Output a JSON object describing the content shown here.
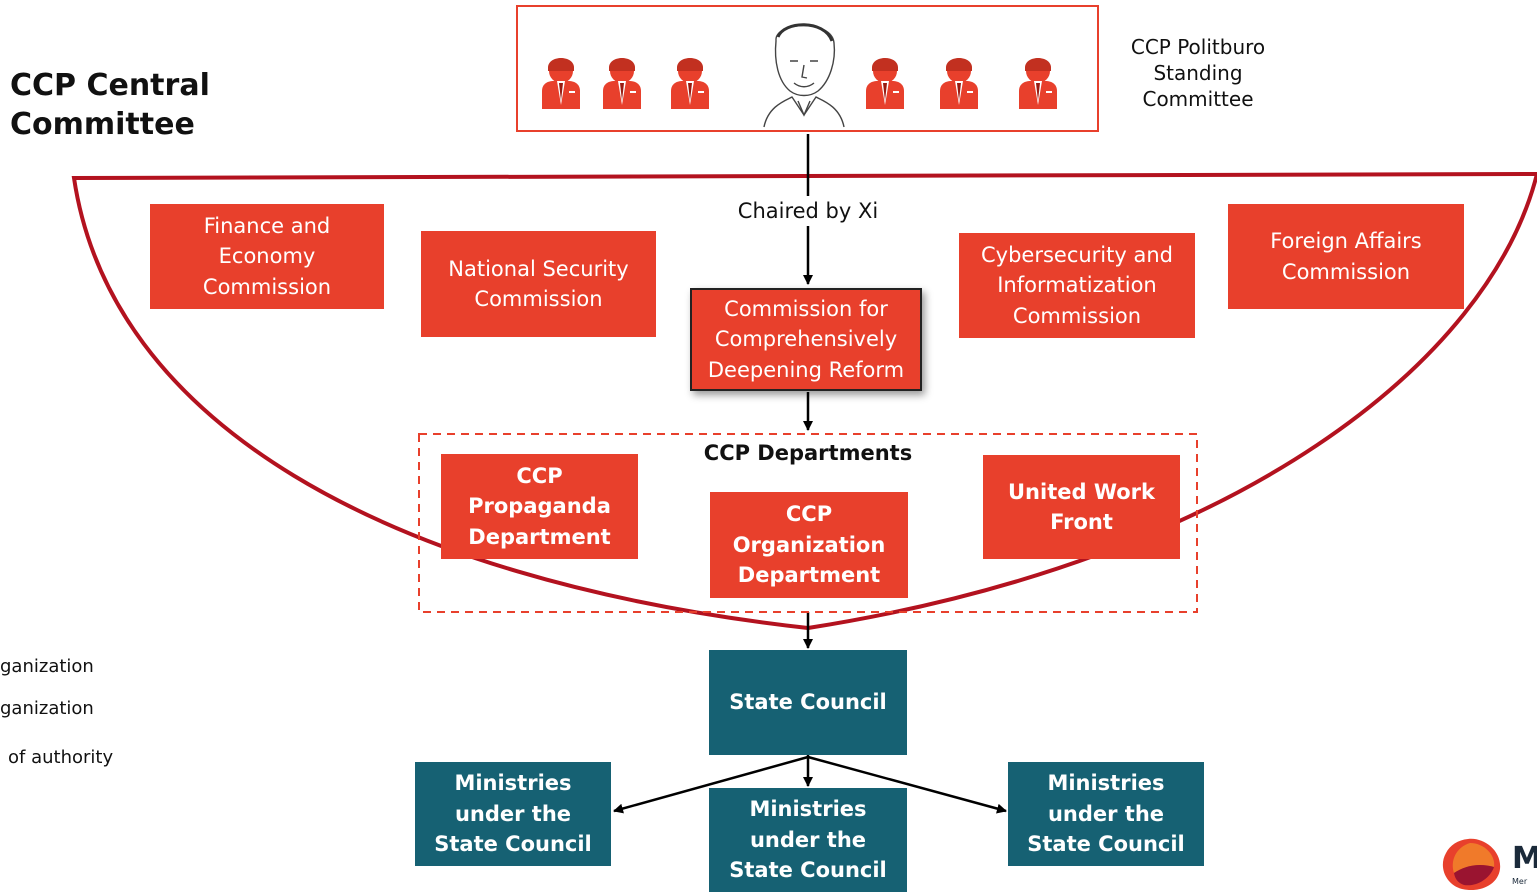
{
  "header": {
    "central_committee": "CCP Central\nCommittee",
    "politburo": "CCP Politburo\nStanding\nCommittee"
  },
  "chaired_label": "Chaired by Xi",
  "commissions": {
    "finance": "Finance and\nEconomy\nCommission",
    "national_security": "National Security\nCommission",
    "reform": "Commission for\nComprehensively\nDeepening Reform",
    "cybersecurity": "Cybersecurity and\nInformatization\nCommission",
    "foreign_affairs": "Foreign Affairs\nCommission"
  },
  "departments": {
    "title": "CCP Departments",
    "propaganda": "CCP\nPropaganda\nDepartment",
    "organization": "CCP\nOrganization\nDepartment",
    "united_front": "United Work\nFront"
  },
  "state": {
    "council": "State Council",
    "ministries_left": "Ministries\nunder the\nState Council",
    "ministries_center": "Ministries\nunder the\nState Council",
    "ministries_right": "Ministries\nunder the\nState Council"
  },
  "legend": {
    "item1": "ganization",
    "item2": "ganization",
    "item3": "of authority"
  },
  "logo": {
    "letter": "M",
    "tagline": "Mer"
  },
  "colors": {
    "party_red": "#e8402c",
    "dark_red": "#b3121f",
    "state_teal": "#166173"
  }
}
